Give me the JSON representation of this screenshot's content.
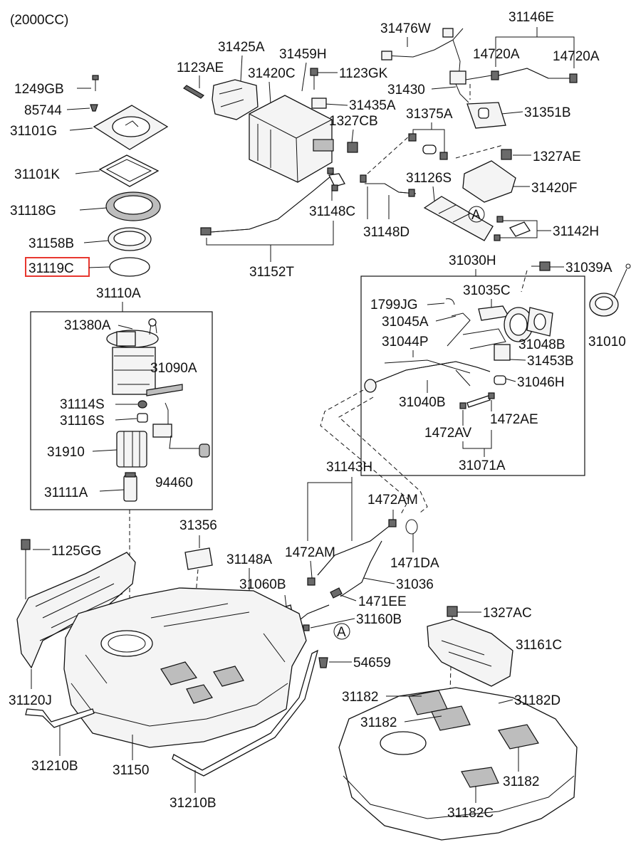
{
  "header": {
    "engine": "(2000CC)"
  },
  "highlight_color": "#e8372f",
  "callout_marker": "A",
  "labels": {
    "1249GB": "1249GB",
    "85744": "85744",
    "31101G": "31101G",
    "31101K": "31101K",
    "31118G": "31118G",
    "31158B": "31158B",
    "31119C": "31119C",
    "31110A": "31110A",
    "31380A": "31380A",
    "31090A": "31090A",
    "31114S": "31114S",
    "31116S": "31116S",
    "31910": "31910",
    "94460": "94460",
    "31111A": "31111A",
    "1125GG": "1125GG",
    "31120J": "31120J",
    "31210B_left": "31210B",
    "31150": "31150",
    "31210B_bottom": "31210B",
    "31356": "31356",
    "31148A": "31148A",
    "31060B": "31060B",
    "31160B": "31160B",
    "54659": "54659",
    "31143H": "31143H",
    "1472AM_top": "1472AM",
    "1472AM_left": "1472AM",
    "1471DA": "1471DA",
    "31036": "31036",
    "1471EE": "1471EE",
    "1327AC": "1327AC",
    "31161C": "31161C",
    "31182_a": "31182",
    "31182_b": "31182",
    "31182D": "31182D",
    "31182_c": "31182",
    "31182C": "31182C",
    "31425A": "31425A",
    "1123AE": "1123AE",
    "31420C": "31420C",
    "31459H": "31459H",
    "1123GK": "1123GK",
    "31435A": "31435A",
    "1327CB": "1327CB",
    "31476W": "31476W",
    "31146E": "31146E",
    "14720A_left": "14720A",
    "14720A_right": "14720A",
    "31430": "31430",
    "31375A": "31375A",
    "31351B": "31351B",
    "1327AE": "1327AE",
    "31126S": "31126S",
    "31420F": "31420F",
    "31148C": "31148C",
    "31148D": "31148D",
    "31142H": "31142H",
    "31152T": "31152T",
    "31030H": "31030H",
    "31039A": "31039A",
    "1799JG": "1799JG",
    "31035C": "31035C",
    "31045A": "31045A",
    "31044P": "31044P",
    "31048B": "31048B",
    "31453B": "31453B",
    "31010": "31010",
    "31046H": "31046H",
    "31040B": "31040B",
    "1472AE": "1472AE",
    "1472AV": "1472AV",
    "31071A": "31071A"
  }
}
